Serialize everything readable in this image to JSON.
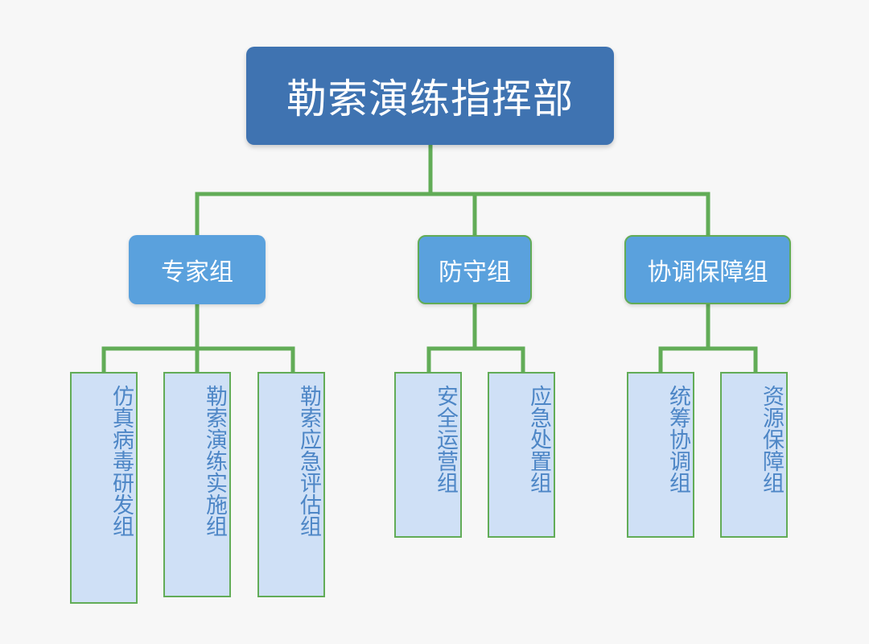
{
  "root": {
    "label": "勒索演练指挥部"
  },
  "groups": [
    {
      "label": "专家组",
      "teams": [
        {
          "label": "仿真病毒研发组"
        },
        {
          "label": "勒索演练实施组"
        },
        {
          "label": "勒索应急评估组"
        }
      ]
    },
    {
      "label": "防守组",
      "teams": [
        {
          "label": "安全运营组"
        },
        {
          "label": "应急处置组"
        }
      ]
    },
    {
      "label": "协调保障组",
      "teams": [
        {
          "label": "统筹协调组"
        },
        {
          "label": "资源保障组"
        }
      ]
    }
  ],
  "colors": {
    "root_fill": "#3f73b1",
    "group_fill": "#5aa1dd",
    "team_fill": "#cfe0f6",
    "team_text": "#4d86c6",
    "connector": "#62ac57",
    "background": "#f7f7f7"
  }
}
